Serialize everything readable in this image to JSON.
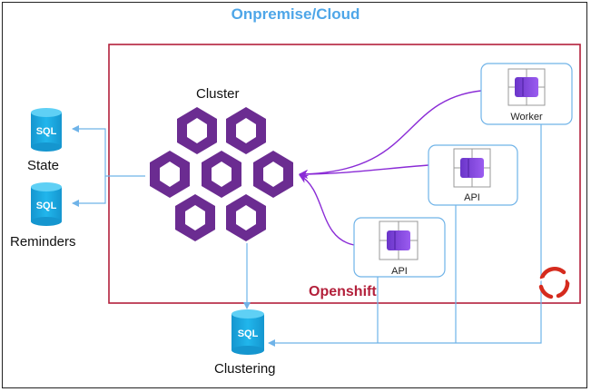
{
  "diagram": {
    "title": "Onpremise/Cloud",
    "platform_label": "Openshift",
    "cluster_label": "Cluster",
    "databases": [
      {
        "label": "State",
        "badge": "SQL"
      },
      {
        "label": "Reminders",
        "badge": "SQL"
      },
      {
        "label": "Clustering",
        "badge": "SQL"
      }
    ],
    "services": [
      {
        "label": "Worker"
      },
      {
        "label": "API"
      },
      {
        "label": "API"
      }
    ],
    "colors": {
      "title": "#4ea6e8",
      "platform_border": "#b3203b",
      "connector": "#6fb3e8",
      "hexagon": "#6b2c91",
      "grain_arrow": "#8a2bd6",
      "sql_cylinder": "#1ca8e0",
      "openshift_logo": "#d52b1e"
    },
    "icons": {
      "database": "sql-database-icon",
      "service": "grain-service-icon",
      "cluster": "orleans-cluster-icon",
      "platform": "openshift-logo-icon"
    }
  }
}
